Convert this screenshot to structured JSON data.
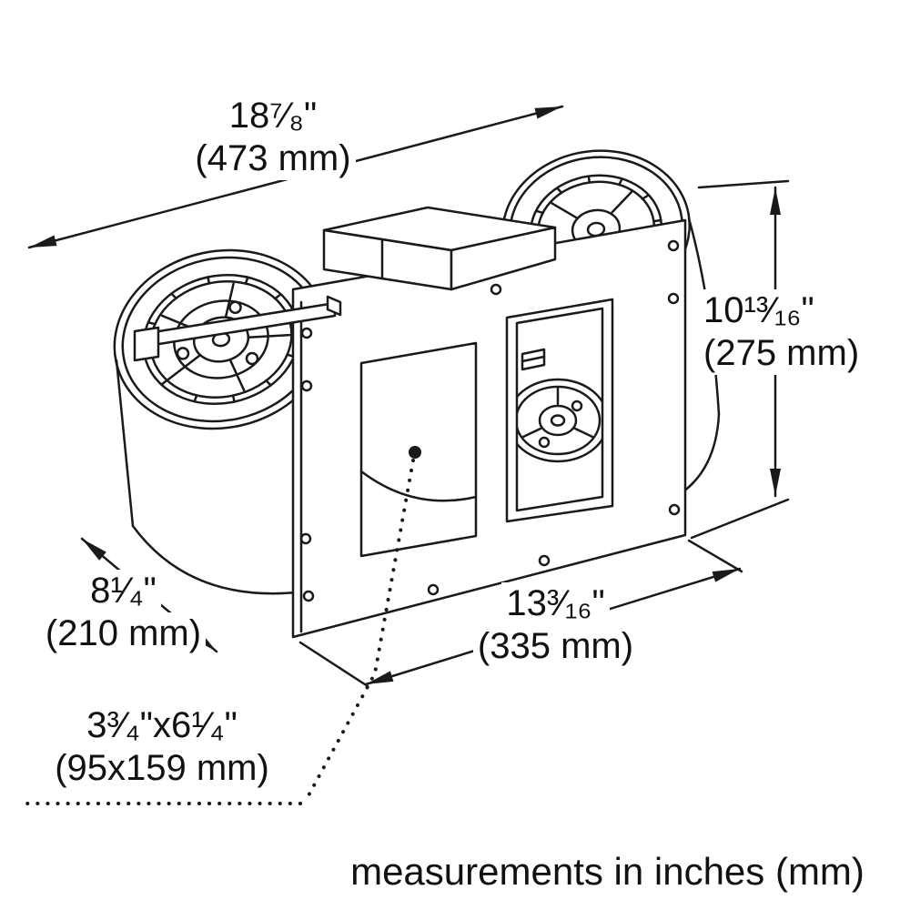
{
  "dimensions": {
    "top_width": {
      "inches": "18⁷⁄₈\"",
      "mm": "(473 mm)"
    },
    "right_height": {
      "inches": "10¹³⁄₁₆\"",
      "mm": "(275 mm)"
    },
    "left_depth": {
      "inches": "8¹⁄₄\"",
      "mm": "(210 mm)"
    },
    "bottom_width": {
      "inches": "13³⁄₁₆\"",
      "mm": "(335 mm)"
    },
    "cutout_size": {
      "inches": "3³⁄₄\"x6¹⁄₄\"",
      "mm": "(95x159 mm)"
    }
  },
  "footer_note": "measurements in inches (mm)",
  "colors": {
    "line": "#1a1a1a",
    "background": "#ffffff"
  }
}
